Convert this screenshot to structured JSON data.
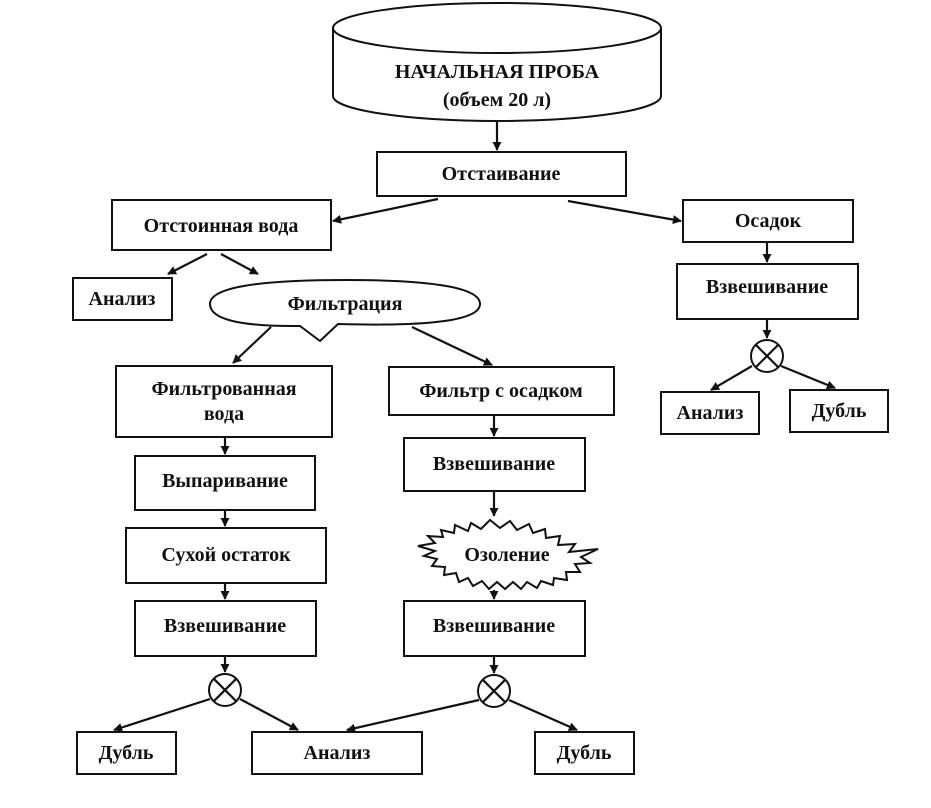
{
  "nodes": {
    "start_title": "НАЧАЛЬНАЯ ПРОБА",
    "start_volume": "(объем 20 л)",
    "settling": "Отстаивание",
    "settled_water": "Отстоинная вода",
    "sediment": "Осадок",
    "analysis_left": "Анализ",
    "filtration": "Фильтрация",
    "weighing_sediment": "Взвешивание",
    "analysis_right": "Анализ",
    "duplicate_right": "Дубль",
    "filtered_water_line1": "Фильтрованная",
    "filtered_water_line2": "вода",
    "filter_with_sediment": "Фильтр с осадком",
    "evaporation": "Выпаривание",
    "weighing_filter": "Взвешивание",
    "dry_residue": "Сухой остаток",
    "ashing": "Озоление",
    "weighing_dry": "Взвешивание",
    "weighing_ash": "Взвешивание",
    "duplicate_left": "Дубль",
    "analysis_bottom": "Анализ",
    "duplicate_bottom": "Дубль"
  }
}
